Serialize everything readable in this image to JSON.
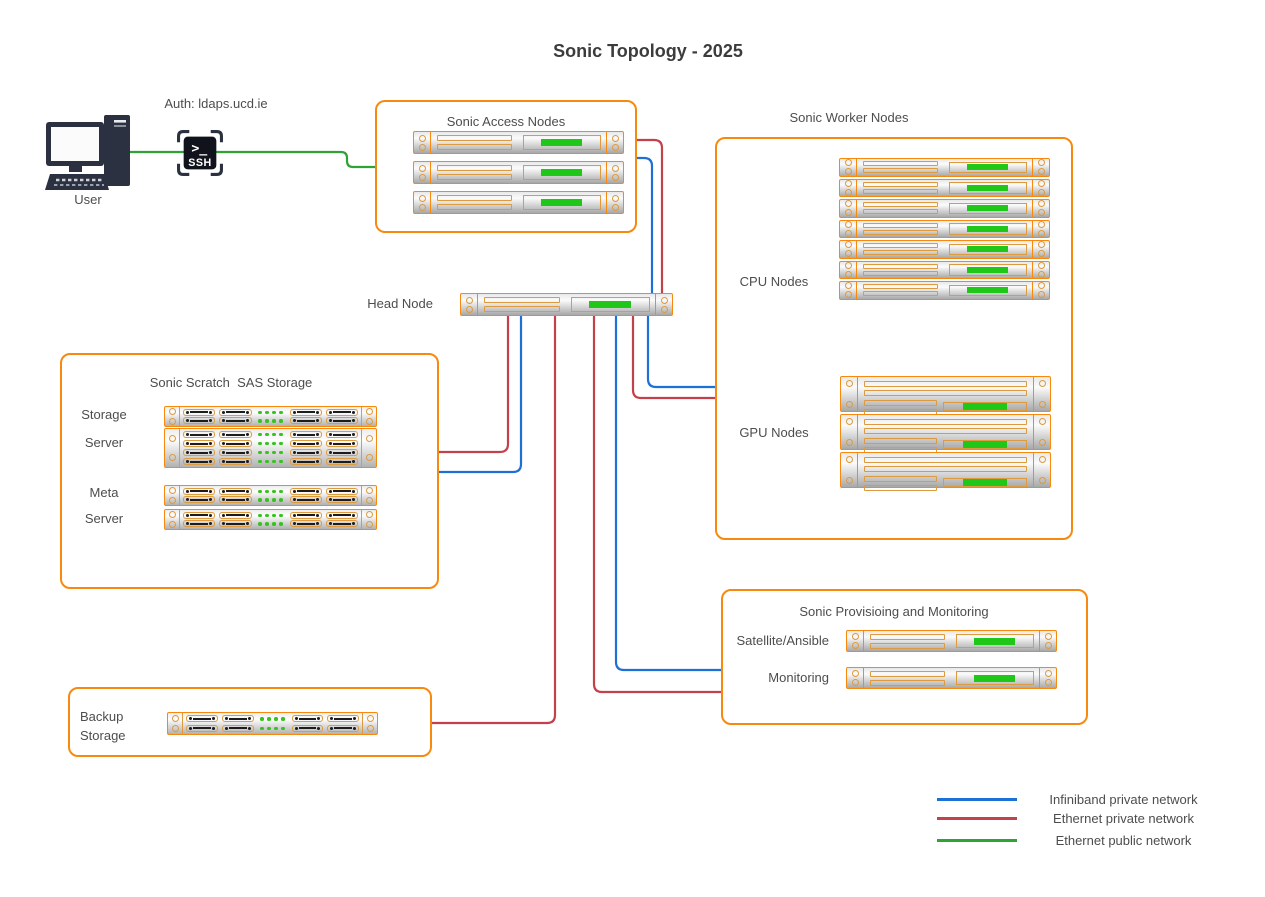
{
  "title": "Sonic Topology - 2025",
  "user": {
    "label": "User",
    "auth": "Auth: ldaps.ucd.ie",
    "ssh_prompt": ">_",
    "ssh_label": "SSH"
  },
  "head_node": {
    "label": "Head Node"
  },
  "access": {
    "title": "Sonic Access Nodes",
    "server_count": 3
  },
  "worker": {
    "title": "Sonic Worker Nodes",
    "cpu": {
      "label": "CPU Nodes",
      "count": 7
    },
    "gpu": {
      "label": "GPU Nodes",
      "count": 3
    }
  },
  "scratch": {
    "title": "Sonic Scratch  SAS Storage",
    "storage_server": {
      "line1": "Storage",
      "line2": "Server"
    },
    "meta_server": {
      "line1": "Meta",
      "line2": "Server"
    }
  },
  "provisioning": {
    "title": "Sonic Provisioing and Monitoring",
    "satellite": "Satellite/Ansible",
    "monitoring": "Monitoring"
  },
  "backup": {
    "line1": "Backup",
    "line2": "Storage"
  },
  "legend": [
    {
      "label": "Infiniband private network",
      "color": "#1D70D6"
    },
    {
      "label": "Ethernet private network",
      "color": "#C2414B"
    },
    {
      "label": "Ethernet public network",
      "color": "#2EA437"
    }
  ],
  "colors": {
    "frame_orange": "#F7890F",
    "server_detail_orange": "#DD9A3E",
    "led_green": "#1FC818",
    "infiniband": "#1D70D6",
    "ethernet_private": "#C2414B",
    "ethernet_public": "#2EA437",
    "label_text": "#4D4D4D"
  }
}
